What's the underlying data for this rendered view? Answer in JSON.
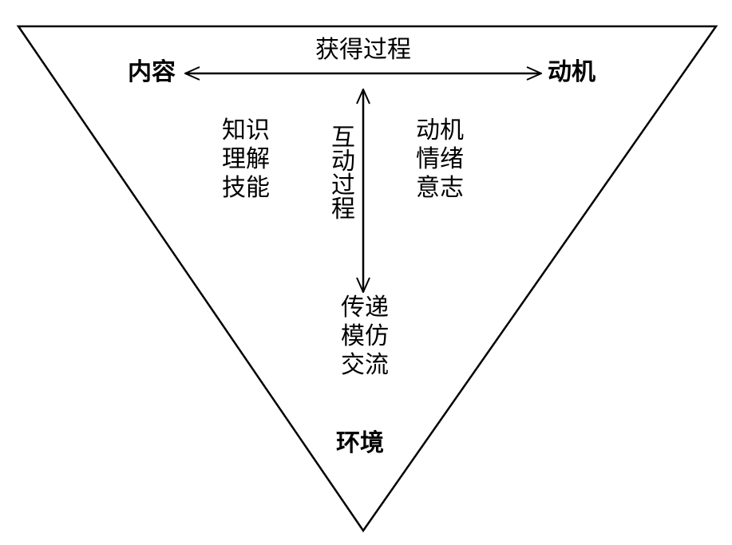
{
  "top": {
    "left": "内容",
    "center": "获得过程",
    "right": "动机"
  },
  "vertical_label": [
    "互",
    "动",
    "过",
    "程"
  ],
  "left_column": [
    "知识",
    "理解",
    "技能"
  ],
  "right_column": [
    "动机",
    "情绪",
    "意志"
  ],
  "bottom_column": [
    "传递",
    "模仿",
    "交流"
  ],
  "base_label": "环境"
}
